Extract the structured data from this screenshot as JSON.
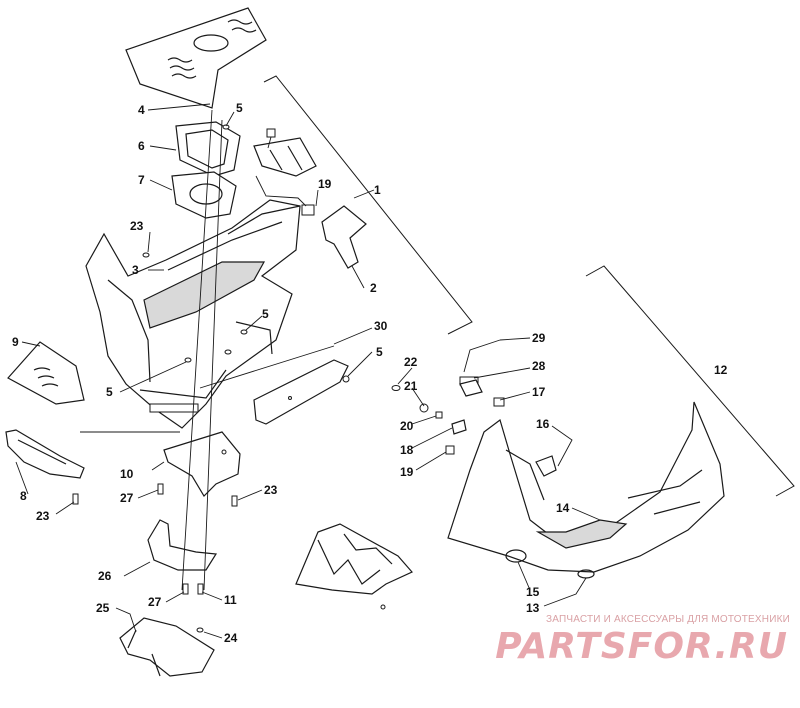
{
  "diagram": {
    "callouts": [
      {
        "id": "c4",
        "label": "4"
      },
      {
        "id": "c5a",
        "label": "5"
      },
      {
        "id": "c6",
        "label": "6"
      },
      {
        "id": "c7",
        "label": "7"
      },
      {
        "id": "c19a",
        "label": "19"
      },
      {
        "id": "c1",
        "label": "1"
      },
      {
        "id": "c23a",
        "label": "23"
      },
      {
        "id": "c3",
        "label": "3"
      },
      {
        "id": "c2",
        "label": "2"
      },
      {
        "id": "c5b",
        "label": "5"
      },
      {
        "id": "c30",
        "label": "30"
      },
      {
        "id": "c9",
        "label": "9"
      },
      {
        "id": "c5c",
        "label": "5"
      },
      {
        "id": "c5d",
        "label": "5"
      },
      {
        "id": "c22",
        "label": "22"
      },
      {
        "id": "c21",
        "label": "21"
      },
      {
        "id": "c29",
        "label": "29"
      },
      {
        "id": "c28",
        "label": "28"
      },
      {
        "id": "c12",
        "label": "12"
      },
      {
        "id": "c17",
        "label": "17"
      },
      {
        "id": "c20",
        "label": "20"
      },
      {
        "id": "c16",
        "label": "16"
      },
      {
        "id": "c18",
        "label": "18"
      },
      {
        "id": "c19b",
        "label": "19"
      },
      {
        "id": "c10",
        "label": "10"
      },
      {
        "id": "c8",
        "label": "8"
      },
      {
        "id": "c27a",
        "label": "27"
      },
      {
        "id": "c23b",
        "label": "23"
      },
      {
        "id": "c23c",
        "label": "23"
      },
      {
        "id": "c14",
        "label": "14"
      },
      {
        "id": "c26",
        "label": "26"
      },
      {
        "id": "c15",
        "label": "15"
      },
      {
        "id": "c27b",
        "label": "27"
      },
      {
        "id": "c11",
        "label": "11"
      },
      {
        "id": "c13",
        "label": "13"
      },
      {
        "id": "c25",
        "label": "25"
      },
      {
        "id": "c24",
        "label": "24"
      }
    ]
  },
  "watermark": {
    "tagline": "ЗАПЧАСТИ И АКСЕССУАРЫ ДЛЯ МОТОТЕХНИКИ",
    "logo": "PARTSFOR.RU"
  },
  "colors": {
    "line": "#1a1a1a",
    "watermark": "#e8a8ae",
    "background": "#ffffff"
  }
}
